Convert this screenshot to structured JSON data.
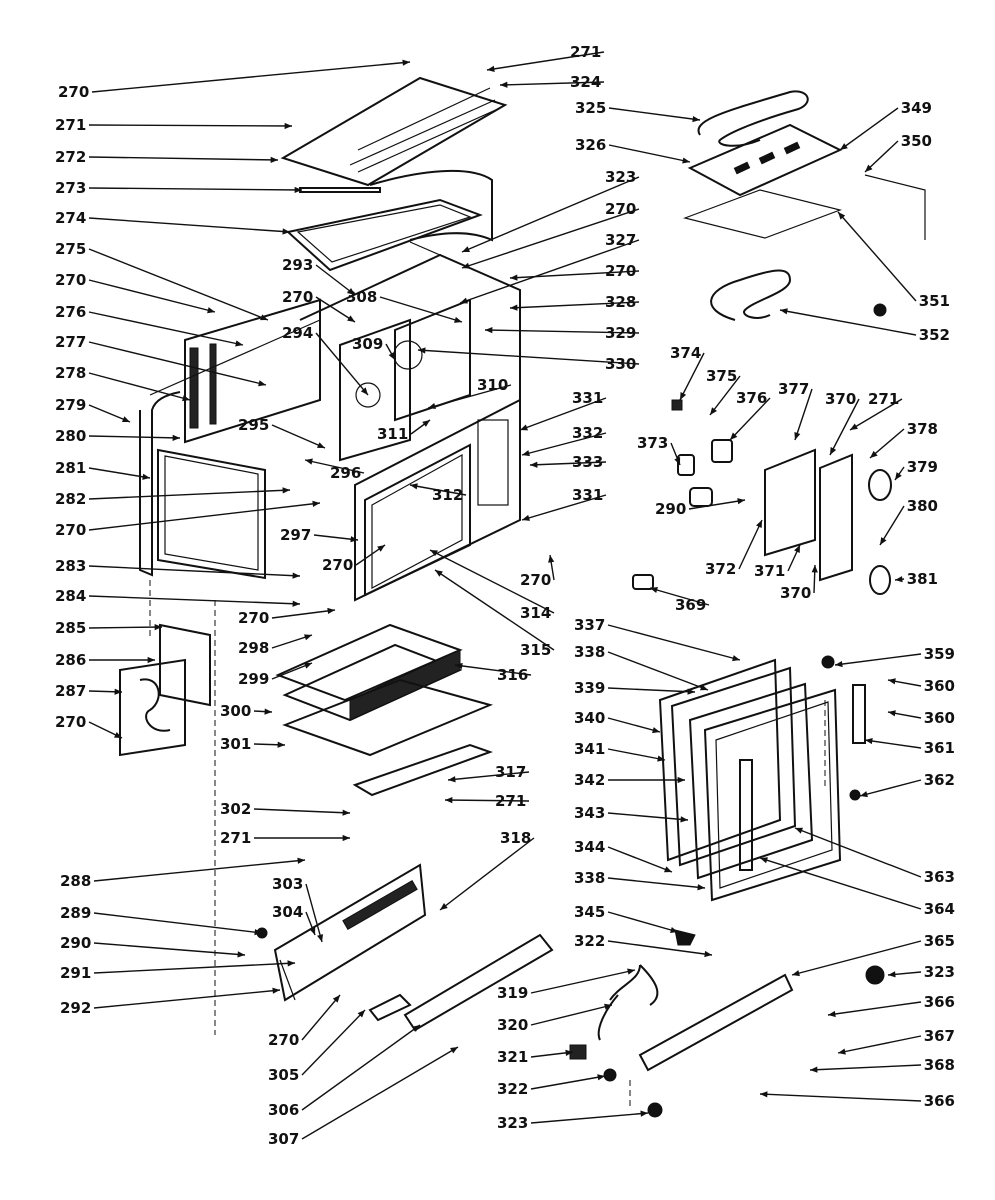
{
  "labels": [
    {
      "id": "l01",
      "text": "270"
    },
    {
      "id": "l02",
      "text": "271"
    },
    {
      "id": "l03",
      "text": "324"
    },
    {
      "id": "l04",
      "text": "271"
    },
    {
      "id": "l05",
      "text": "272"
    },
    {
      "id": "l06",
      "text": "273"
    },
    {
      "id": "l07",
      "text": "274"
    },
    {
      "id": "l08",
      "text": "275"
    },
    {
      "id": "l09",
      "text": "270"
    },
    {
      "id": "l10",
      "text": "276"
    },
    {
      "id": "l11",
      "text": "277"
    },
    {
      "id": "l12",
      "text": "278"
    },
    {
      "id": "l13",
      "text": "279"
    },
    {
      "id": "l14",
      "text": "280"
    },
    {
      "id": "l15",
      "text": "281"
    },
    {
      "id": "l16",
      "text": "282"
    },
    {
      "id": "l17",
      "text": "270"
    },
    {
      "id": "l18",
      "text": "283"
    },
    {
      "id": "l19",
      "text": "284"
    },
    {
      "id": "l20",
      "text": "285"
    },
    {
      "id": "l21",
      "text": "286"
    },
    {
      "id": "l22",
      "text": "287"
    },
    {
      "id": "l23",
      "text": "270"
    },
    {
      "id": "l24",
      "text": "325"
    },
    {
      "id": "l25",
      "text": "326"
    },
    {
      "id": "l26",
      "text": "349"
    },
    {
      "id": "l27",
      "text": "350"
    },
    {
      "id": "l28",
      "text": "351"
    },
    {
      "id": "l29",
      "text": "352"
    },
    {
      "id": "l30",
      "text": "323"
    },
    {
      "id": "l31",
      "text": "270"
    },
    {
      "id": "l32",
      "text": "327"
    },
    {
      "id": "l33",
      "text": "270"
    },
    {
      "id": "l34",
      "text": "328"
    },
    {
      "id": "l35",
      "text": "329"
    },
    {
      "id": "l36",
      "text": "330"
    },
    {
      "id": "l37",
      "text": "293"
    },
    {
      "id": "l38",
      "text": "270"
    },
    {
      "id": "l39",
      "text": "308"
    },
    {
      "id": "l40",
      "text": "309"
    },
    {
      "id": "l41",
      "text": "294"
    },
    {
      "id": "l42",
      "text": "310"
    },
    {
      "id": "l43",
      "text": "311"
    },
    {
      "id": "l44",
      "text": "331"
    },
    {
      "id": "l45",
      "text": "332"
    },
    {
      "id": "l46",
      "text": "333"
    },
    {
      "id": "l47",
      "text": "331"
    },
    {
      "id": "l48",
      "text": "295"
    },
    {
      "id": "l49",
      "text": "296"
    },
    {
      "id": "l50",
      "text": "312"
    },
    {
      "id": "l51",
      "text": "297"
    },
    {
      "id": "l52",
      "text": "270"
    },
    {
      "id": "l53",
      "text": "270"
    },
    {
      "id": "l54",
      "text": "314"
    },
    {
      "id": "l55",
      "text": "315"
    },
    {
      "id": "l56",
      "text": "270"
    },
    {
      "id": "l57",
      "text": "298"
    },
    {
      "id": "l58",
      "text": "299"
    },
    {
      "id": "l59",
      "text": "316"
    },
    {
      "id": "l60",
      "text": "300"
    },
    {
      "id": "l61",
      "text": "301"
    },
    {
      "id": "l62",
      "text": "317"
    },
    {
      "id": "l63",
      "text": "271"
    },
    {
      "id": "l64",
      "text": "302"
    },
    {
      "id": "l65",
      "text": "271"
    },
    {
      "id": "l66",
      "text": "318"
    },
    {
      "id": "l67",
      "text": "288"
    },
    {
      "id": "l68",
      "text": "303"
    },
    {
      "id": "l69",
      "text": "304"
    },
    {
      "id": "l70",
      "text": "289"
    },
    {
      "id": "l71",
      "text": "290"
    },
    {
      "id": "l72",
      "text": "291"
    },
    {
      "id": "l73",
      "text": "292"
    },
    {
      "id": "l74",
      "text": "270"
    },
    {
      "id": "l75",
      "text": "305"
    },
    {
      "id": "l76",
      "text": "306"
    },
    {
      "id": "l77",
      "text": "307"
    },
    {
      "id": "l78",
      "text": "374"
    },
    {
      "id": "l79",
      "text": "375"
    },
    {
      "id": "l80",
      "text": "376"
    },
    {
      "id": "l81",
      "text": "377"
    },
    {
      "id": "l82",
      "text": "370"
    },
    {
      "id": "l83",
      "text": "271"
    },
    {
      "id": "l84",
      "text": "378"
    },
    {
      "id": "l85",
      "text": "373"
    },
    {
      "id": "l86",
      "text": "379"
    },
    {
      "id": "l87",
      "text": "290"
    },
    {
      "id": "l88",
      "text": "380"
    },
    {
      "id": "l89",
      "text": "372"
    },
    {
      "id": "l90",
      "text": "371"
    },
    {
      "id": "l91",
      "text": "370"
    },
    {
      "id": "l92",
      "text": "381"
    },
    {
      "id": "l93",
      "text": "369"
    },
    {
      "id": "l94",
      "text": "337"
    },
    {
      "id": "l95",
      "text": "338"
    },
    {
      "id": "l96",
      "text": "359"
    },
    {
      "id": "l97",
      "text": "339"
    },
    {
      "id": "l98",
      "text": "360"
    },
    {
      "id": "l99",
      "text": "360"
    },
    {
      "id": "l100",
      "text": "340"
    },
    {
      "id": "l101",
      "text": "361"
    },
    {
      "id": "l102",
      "text": "341"
    },
    {
      "id": "l103",
      "text": "342"
    },
    {
      "id": "l104",
      "text": "362"
    },
    {
      "id": "l105",
      "text": "343"
    },
    {
      "id": "l106",
      "text": "344"
    },
    {
      "id": "l107",
      "text": "363"
    },
    {
      "id": "l108",
      "text": "338"
    },
    {
      "id": "l109",
      "text": "364"
    },
    {
      "id": "l110",
      "text": "345"
    },
    {
      "id": "l111",
      "text": "322"
    },
    {
      "id": "l112",
      "text": "365"
    },
    {
      "id": "l113",
      "text": "319"
    },
    {
      "id": "l114",
      "text": "323"
    },
    {
      "id": "l115",
      "text": "320"
    },
    {
      "id": "l116",
      "text": "366"
    },
    {
      "id": "l117",
      "text": "367"
    },
    {
      "id": "l118",
      "text": "321"
    },
    {
      "id": "l119",
      "text": "368"
    },
    {
      "id": "l120",
      "text": "322"
    },
    {
      "id": "l121",
      "text": "366"
    },
    {
      "id": "l122",
      "text": "323"
    }
  ]
}
